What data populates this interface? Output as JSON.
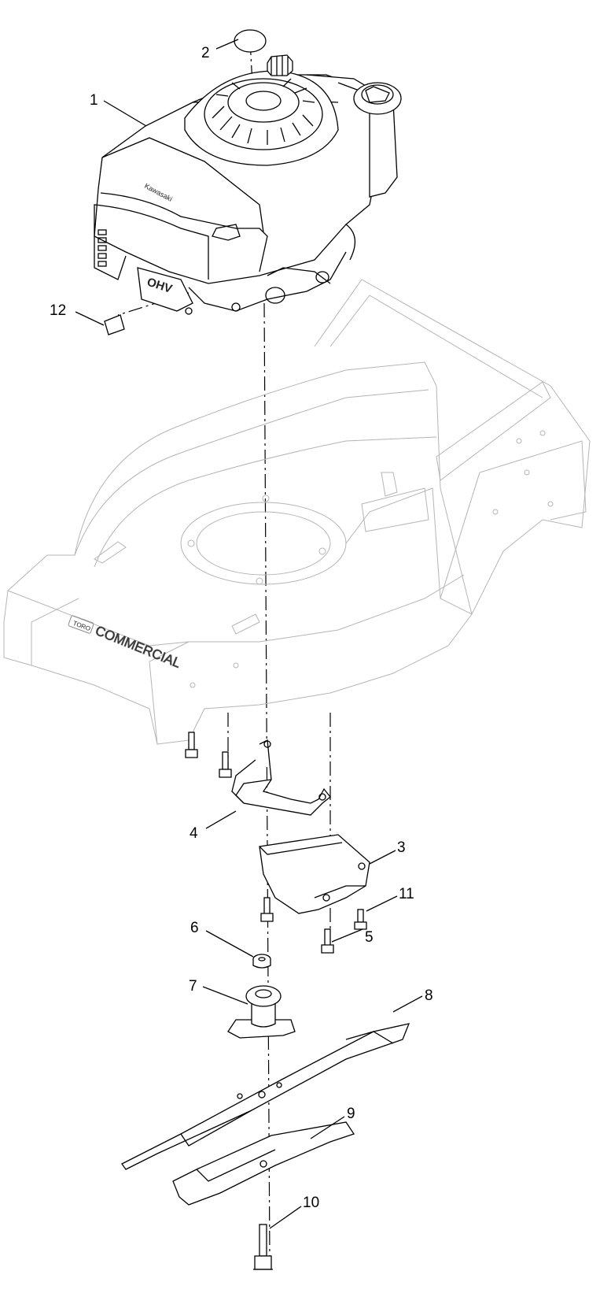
{
  "callouts": [
    {
      "id": "1",
      "label": "1"
    },
    {
      "id": "2",
      "label": "2"
    },
    {
      "id": "3",
      "label": "3"
    },
    {
      "id": "4",
      "label": "4"
    },
    {
      "id": "5",
      "label": "5"
    },
    {
      "id": "6",
      "label": "6"
    },
    {
      "id": "7",
      "label": "7"
    },
    {
      "id": "8",
      "label": "8"
    },
    {
      "id": "9",
      "label": "9"
    },
    {
      "id": "10",
      "label": "10"
    },
    {
      "id": "11",
      "label": "11"
    },
    {
      "id": "12",
      "label": "12"
    }
  ],
  "engine": {
    "brand": "Kawasaki",
    "badge": "OHV"
  },
  "deck": {
    "brand_logo": "TORO",
    "brand_text": "COMMERCIAL"
  }
}
